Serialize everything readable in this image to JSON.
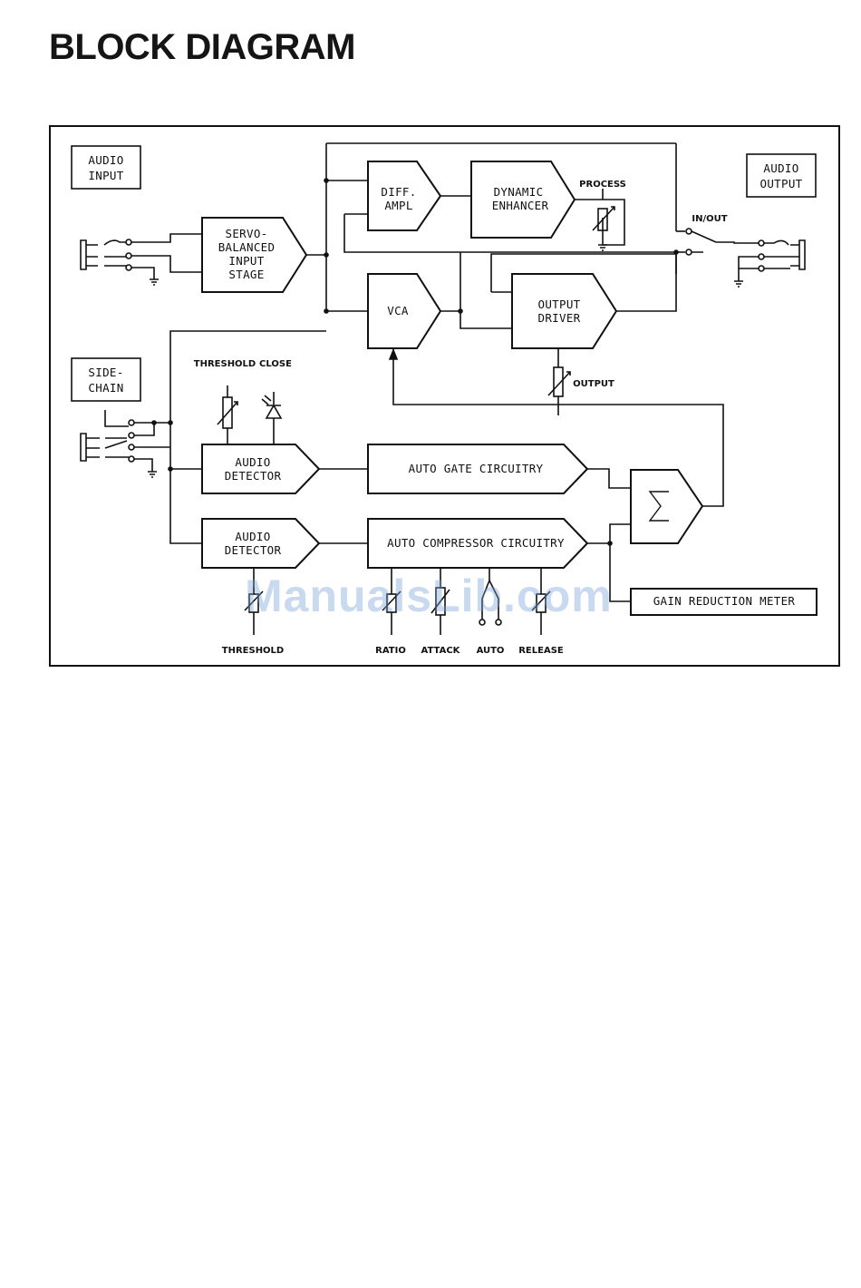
{
  "page_title": "BLOCK DIAGRAM",
  "watermark": "ManualsLib.com",
  "blocks": {
    "audio_input": [
      "AUDIO",
      "INPUT"
    ],
    "audio_output": [
      "AUDIO",
      "OUTPUT"
    ],
    "sidechain": [
      "SIDE-",
      "CHAIN"
    ],
    "servo": [
      "SERVO-",
      "BALANCED",
      "INPUT",
      "STAGE"
    ],
    "diff_ampl": [
      "DIFF.",
      "AMPL"
    ],
    "dynamic_enhancer": [
      "DYNAMIC",
      "ENHANCER"
    ],
    "vca": "VCA",
    "output_driver": [
      "OUTPUT",
      "DRIVER"
    ],
    "audio_detector_1": [
      "AUDIO",
      "DETECTOR"
    ],
    "audio_detector_2": [
      "AUDIO",
      "DETECTOR"
    ],
    "auto_gate": "AUTO GATE CIRCUITRY",
    "auto_compressor": "AUTO COMPRESSOR CIRCUITRY",
    "gain_reduction_meter": "GAIN REDUCTION METER"
  },
  "controls": {
    "process": "PROCESS",
    "in_out": "IN/OUT",
    "output": "OUTPUT",
    "threshold_gate": "THRESHOLD",
    "close": "CLOSE",
    "threshold_comp": "THRESHOLD",
    "ratio": "RATIO",
    "attack": "ATTACK",
    "auto": "AUTO",
    "release": "RELEASE"
  },
  "colors": {
    "ink": "#111111",
    "watermark": "#7aa0d7"
  }
}
